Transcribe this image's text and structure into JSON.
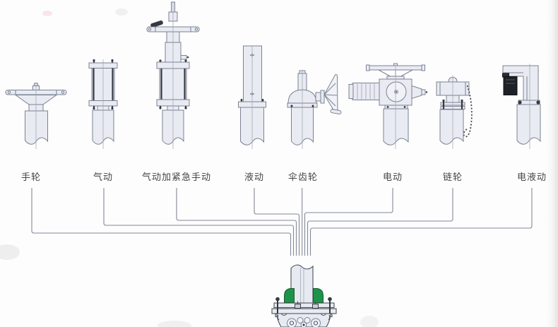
{
  "diagram": {
    "actuators": [
      {
        "id": "handwheel",
        "label": "手轮"
      },
      {
        "id": "pneumatic",
        "label": "气动"
      },
      {
        "id": "pneumatic-emergency-manual",
        "label": "气动加紧急手动"
      },
      {
        "id": "hydraulic",
        "label": "液动"
      },
      {
        "id": "bevel-gear",
        "label": "伞齿轮"
      },
      {
        "id": "electric",
        "label": "电动"
      },
      {
        "id": "chain-wheel",
        "label": "链轮"
      },
      {
        "id": "electro-hydraulic",
        "label": "电液动"
      }
    ],
    "colors": {
      "drawing_outline": "#7b8292",
      "drawing_fill": "#e9ebf3",
      "dark_accent": "#343943",
      "connector_line": "#85889a",
      "label_text": "#454548",
      "packing_green": "#1d9449",
      "valve_outline": "#4b505a",
      "background": "#fdfdfd"
    }
  }
}
